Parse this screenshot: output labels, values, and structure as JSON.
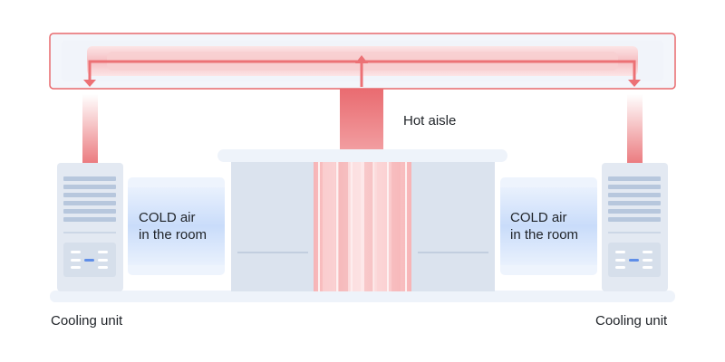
{
  "labels": {
    "hot_aisle": "Hot aisle",
    "cold_air_left": [
      "COLD air",
      "in the room"
    ],
    "cold_air_right": [
      "COLD air",
      "in the room"
    ],
    "cooling_unit_left": "Cooling unit",
    "cooling_unit_right": "Cooling unit"
  },
  "colors": {
    "hot": "#e8696d",
    "hot_light": "#f9c8c9",
    "cold": "#cfe0fb",
    "cabinet": "#dde5f0",
    "unit": "#e6ecf4"
  },
  "icons": [
    "hot-air-arrow-up-icon",
    "hot-air-arrow-down-icon",
    "vent-grille-icon",
    "control-panel-icon"
  ]
}
